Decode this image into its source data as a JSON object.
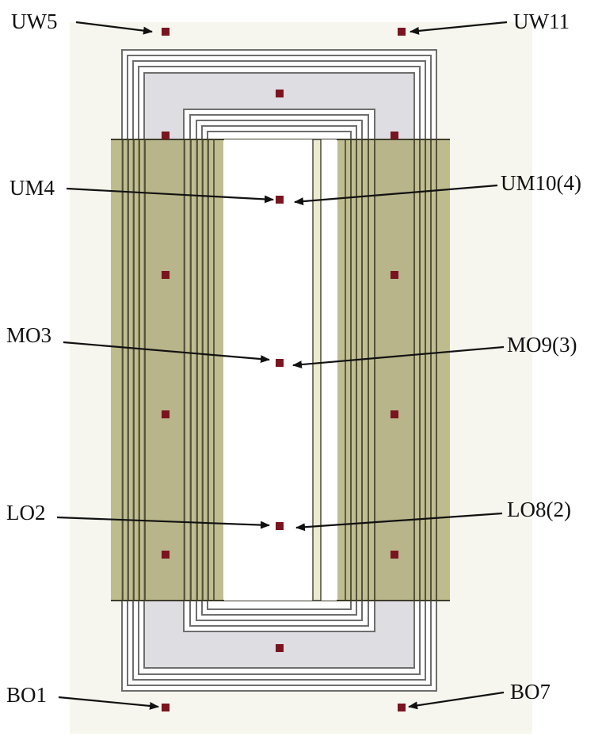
{
  "points": [
    {
      "id": "uw5",
      "label": "UW5"
    },
    {
      "id": "uw11",
      "label": "UW11"
    },
    {
      "id": "um4",
      "label": "UM4"
    },
    {
      "id": "um10",
      "label": "UM10(4)"
    },
    {
      "id": "mo3",
      "label": "MO3"
    },
    {
      "id": "mo9",
      "label": "MO9(3)"
    },
    {
      "id": "lo2",
      "label": "LO2"
    },
    {
      "id": "lo8",
      "label": "LO8(2)"
    },
    {
      "id": "bo1",
      "label": "BO1"
    },
    {
      "id": "bo7",
      "label": "BO7"
    }
  ],
  "colors": {
    "core_fill": "#dedde2",
    "core_stroke": "#6e6e6e",
    "winding_fill": "#a7a567",
    "winding_stroke": "#3e3d2c",
    "duct_fill": "#ecebd0",
    "marker": "#7a1420",
    "arrow": "#111111",
    "background_halo": "#f6f6ee"
  }
}
